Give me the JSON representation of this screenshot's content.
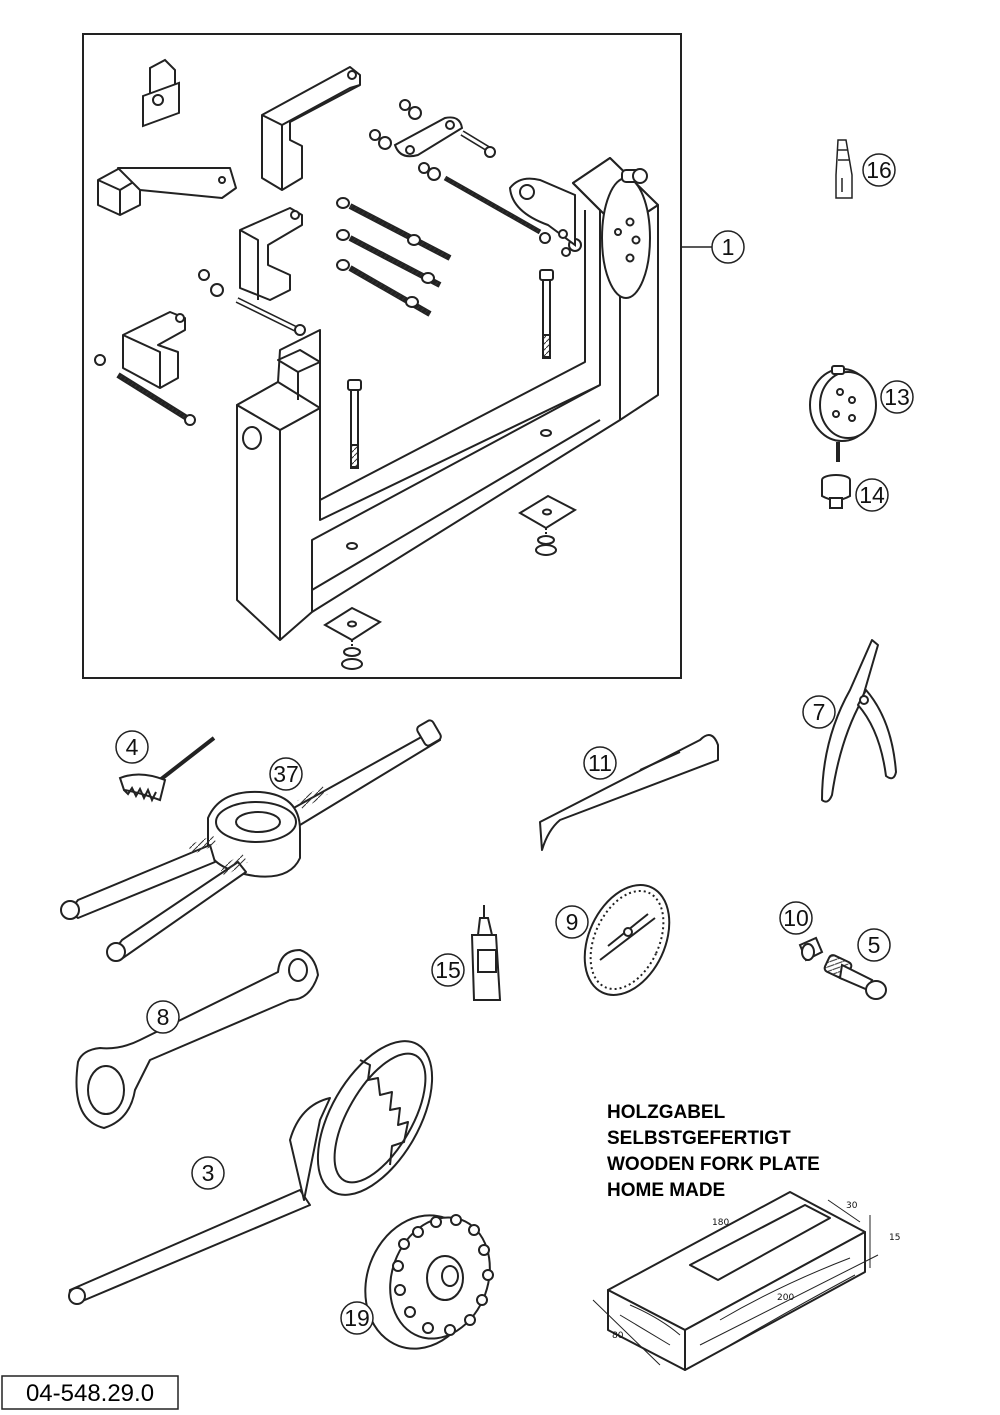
{
  "drawing": {
    "reference_number": "04-548.29.0"
  },
  "callouts": {
    "c1": "1",
    "c3": "3",
    "c4": "4",
    "c5": "5",
    "c7": "7",
    "c8": "8",
    "c9": "9",
    "c10": "10",
    "c11": "11",
    "c13": "13",
    "c14": "14",
    "c15": "15",
    "c16": "16",
    "c19": "19",
    "c37": "37"
  },
  "wooden_fork_note": {
    "line1": "HOLZGABEL",
    "line2": "SELBSTGEFERTIGT",
    "line3": "WOODEN FORK PLATE",
    "line4": "HOME MADE"
  },
  "dimensions": {
    "d30": "30",
    "d15": "15",
    "d180": "180",
    "d200": "200",
    "d80": "80"
  }
}
